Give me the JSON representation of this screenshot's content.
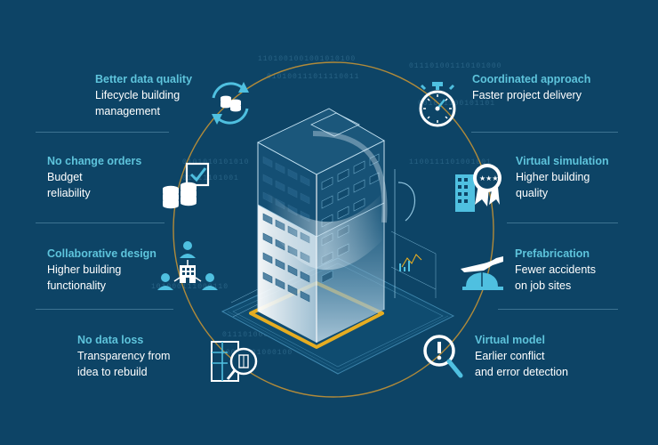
{
  "benefits": [
    {
      "title": "Better data quality",
      "desc": "Lifecycle building\nmanagement",
      "icon": "database-refresh-icon"
    },
    {
      "title": "No change orders",
      "desc": "Budget\nreliability",
      "icon": "coins-checkbox-icon"
    },
    {
      "title": "Collaborative design",
      "desc": "Higher building\nfunctionality",
      "icon": "team-building-icon"
    },
    {
      "title": "No data loss",
      "desc": "Transparency from\nidea to rebuild",
      "icon": "floorplan-magnifier-icon"
    },
    {
      "title": "Coordinated approach",
      "desc": "Faster project delivery",
      "icon": "stopwatch-icon"
    },
    {
      "title": "Virtual simulation",
      "desc": "Higher building\nquality",
      "icon": "building-award-icon"
    },
    {
      "title": "Prefabrication",
      "desc": "Fewer accidents\non job sites",
      "icon": "hardhat-hand-icon"
    },
    {
      "title": "Virtual model",
      "desc": "Earlier conflict\nand error detection",
      "icon": "alert-magnifier-icon"
    }
  ],
  "binary_strings": [
    "1101001001001010100",
    "011101001110101000",
    "010100111011110011",
    "001011100101101",
    "0101010101010",
    "1100111101001001",
    "01011101001",
    "101000111000110",
    "0111010000101",
    "10011101000100"
  ],
  "colors": {
    "background": "#0d4466",
    "accent": "#5ec4dc",
    "text": "#ffffff",
    "ring": "#b08a3a",
    "icon": "#ffffff",
    "icon_accent": "#4fc0e0"
  }
}
